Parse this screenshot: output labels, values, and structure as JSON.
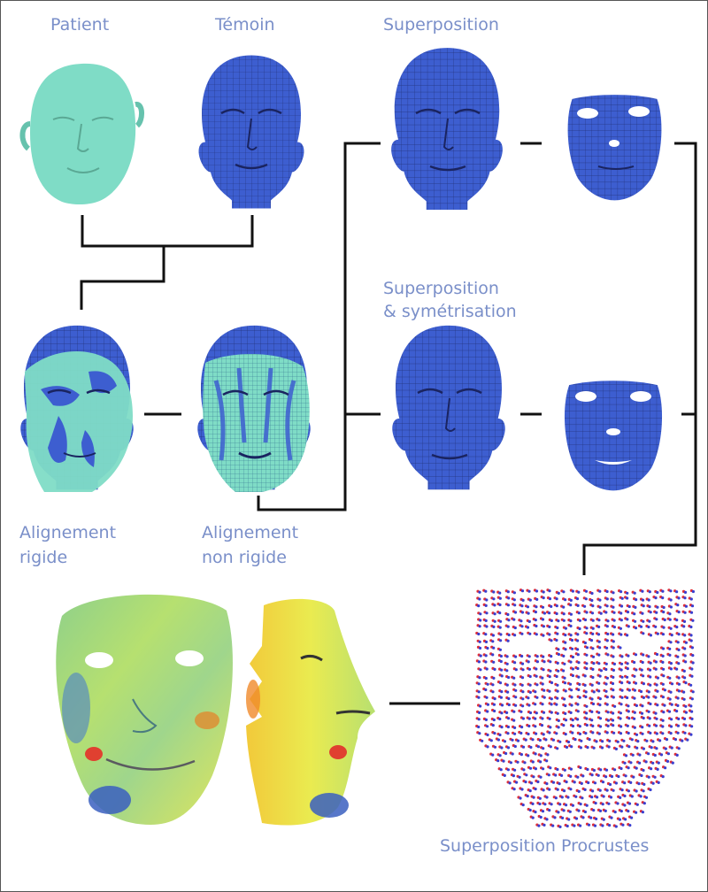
{
  "labels": {
    "patient": "Patient",
    "temoin": "Témoin",
    "superposition": "Superposition",
    "superposition_sym_1": "Superposition",
    "superposition_sym_2": "& symétrisation",
    "align_rigide_1": "Alignement",
    "align_rigide_2": "rigide",
    "align_nonrigide_1": "Alignement",
    "align_nonrigide_2": "non rigide",
    "procrustes": "Superposition Procrustes"
  },
  "colors": {
    "label": "#7a8fc9",
    "mesh_blue": "#3d5ed0",
    "mesh_line": "#22327a",
    "patient_green": "#7fdcc6",
    "connector": "#111111",
    "point_red": "#e0303a",
    "point_blue": "#3a3fd0"
  },
  "figures": {
    "patient_head": "patient-scan",
    "temoin_head": "template-head-mesh",
    "superposition_head": "superposed-head-mesh",
    "superposition_mask": "superposed-face-mask",
    "sym_head": "symmetrized-head-mesh",
    "sym_mask": "symmetrized-face-mask",
    "rigid_head": "rigid-aligned-head",
    "nonrigid_head": "nonrigid-aligned-head",
    "heatmap_front": "heatmap-mask-front",
    "heatmap_side": "heatmap-mask-side",
    "procrustes_points": "procrustes-point-cloud"
  }
}
